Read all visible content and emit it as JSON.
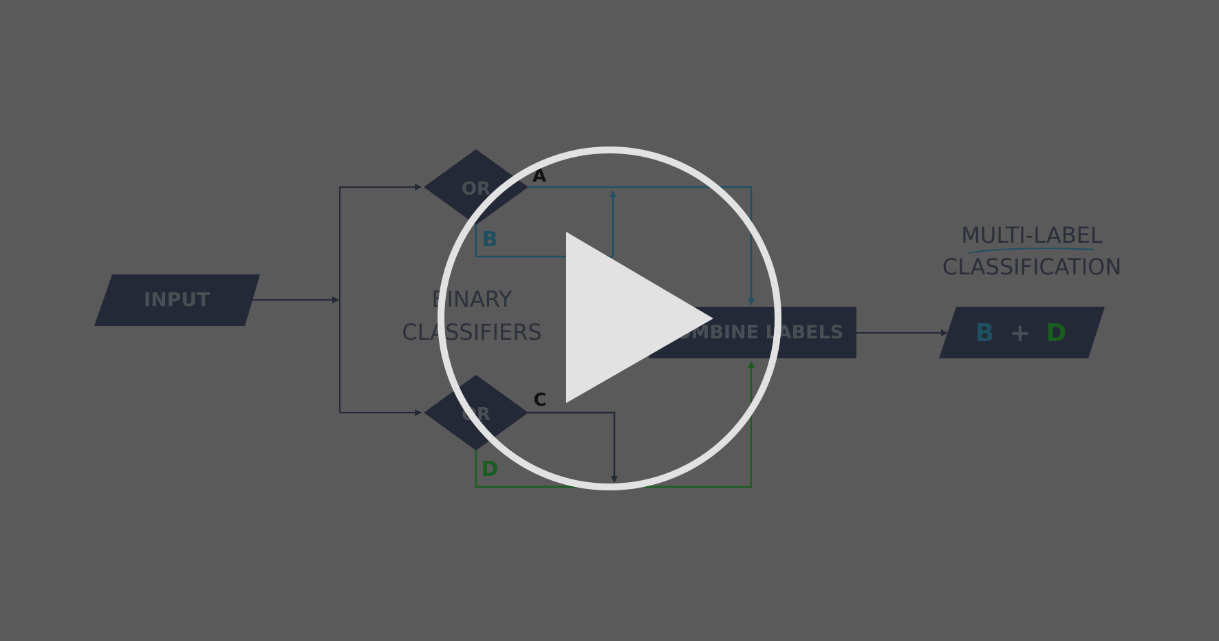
{
  "diagram": {
    "input_label": "INPUT",
    "binary_label_line1": "BINARY",
    "binary_label_line2": "CLASSIFIERS",
    "or_top": "OR",
    "or_bottom": "OR",
    "branch_a": "A",
    "branch_b": "B",
    "branch_c": "C",
    "branch_d": "D",
    "combine_label": "COMBINE LABELS",
    "multi_label_line1": "MULTI-LABEL",
    "multi_label_line2": "CLASSIFICATION",
    "result_b": "B",
    "result_plus": "+",
    "result_d": "D"
  },
  "video": {
    "play_control": "play-icon"
  },
  "colors": {
    "background": "#5a5a5a",
    "shape_fill": "#232936",
    "blue_line": "#1f4f63",
    "green_line": "#1a5e1f",
    "dark_line": "#232936",
    "play_circle": "#e2e2e2"
  }
}
